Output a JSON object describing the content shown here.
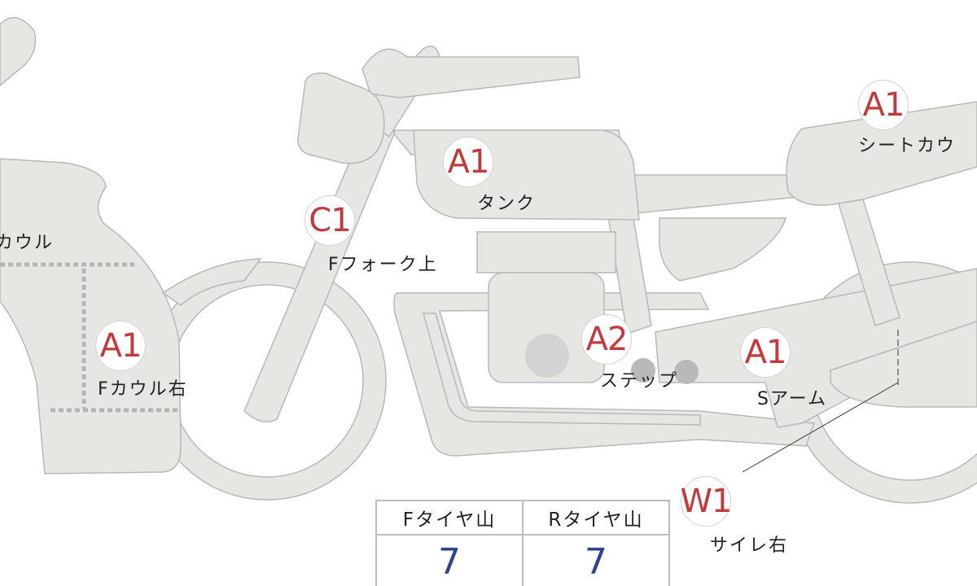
{
  "colors": {
    "part_fill": "#e6e6e3",
    "part_stroke": "#b8b8b8",
    "badge_text": "#c23a3c",
    "value_text": "#2b4590"
  },
  "markers": [
    {
      "id": "fcowl-left-partial",
      "code": null,
      "label": "カウル"
    },
    {
      "id": "fcowl-right",
      "code": "A1",
      "label": "Fカウル右"
    },
    {
      "id": "ffork-upper",
      "code": "C1",
      "label": "Fフォーク上"
    },
    {
      "id": "tank",
      "code": "A1",
      "label": "タンク"
    },
    {
      "id": "step",
      "code": "A2",
      "label": "ステップ"
    },
    {
      "id": "swingarm",
      "code": "A1",
      "label": "Sアーム"
    },
    {
      "id": "seat-cowl",
      "code": "A1",
      "label": "シートカウ"
    },
    {
      "id": "silencer-right",
      "code": "W1",
      "label": "サイレ右"
    }
  ],
  "tire_table": {
    "headers": [
      "Fタイヤ山",
      "Rタイヤ山"
    ],
    "values": [
      "7",
      "7"
    ]
  }
}
